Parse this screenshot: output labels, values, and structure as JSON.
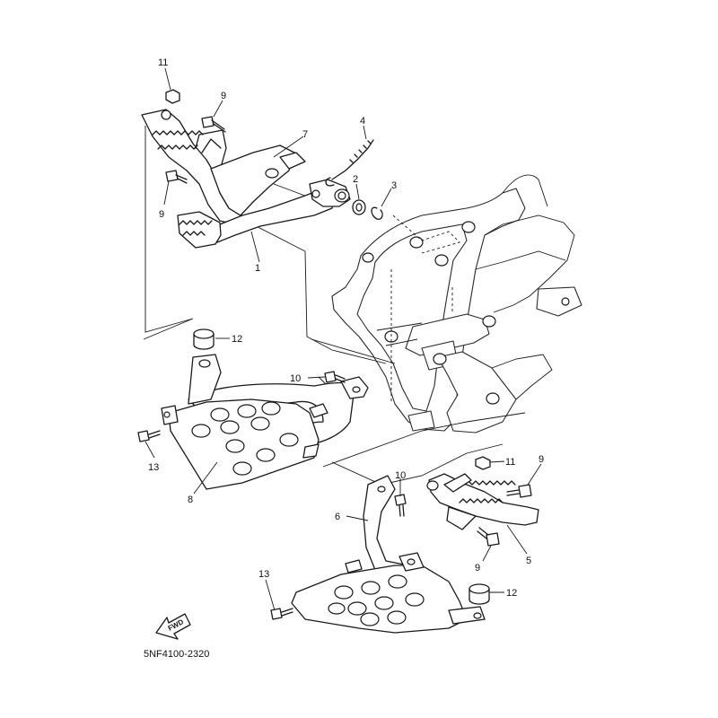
{
  "diagram": {
    "part_code": "5NF4100-2320",
    "direction_arrow_label": "FWD",
    "callouts": {
      "c11a": "11",
      "c9a": "9",
      "c7": "7",
      "c4": "4",
      "c2": "2",
      "c3": "3",
      "c9b": "9",
      "c1": "1",
      "c12a": "12",
      "c10a": "10",
      "c13a": "13",
      "c8": "8",
      "c11b": "11",
      "c9c": "9",
      "c10b": "10",
      "c6": "6",
      "c5": "5",
      "c9d": "9",
      "c13b": "13",
      "c12b": "12"
    }
  }
}
